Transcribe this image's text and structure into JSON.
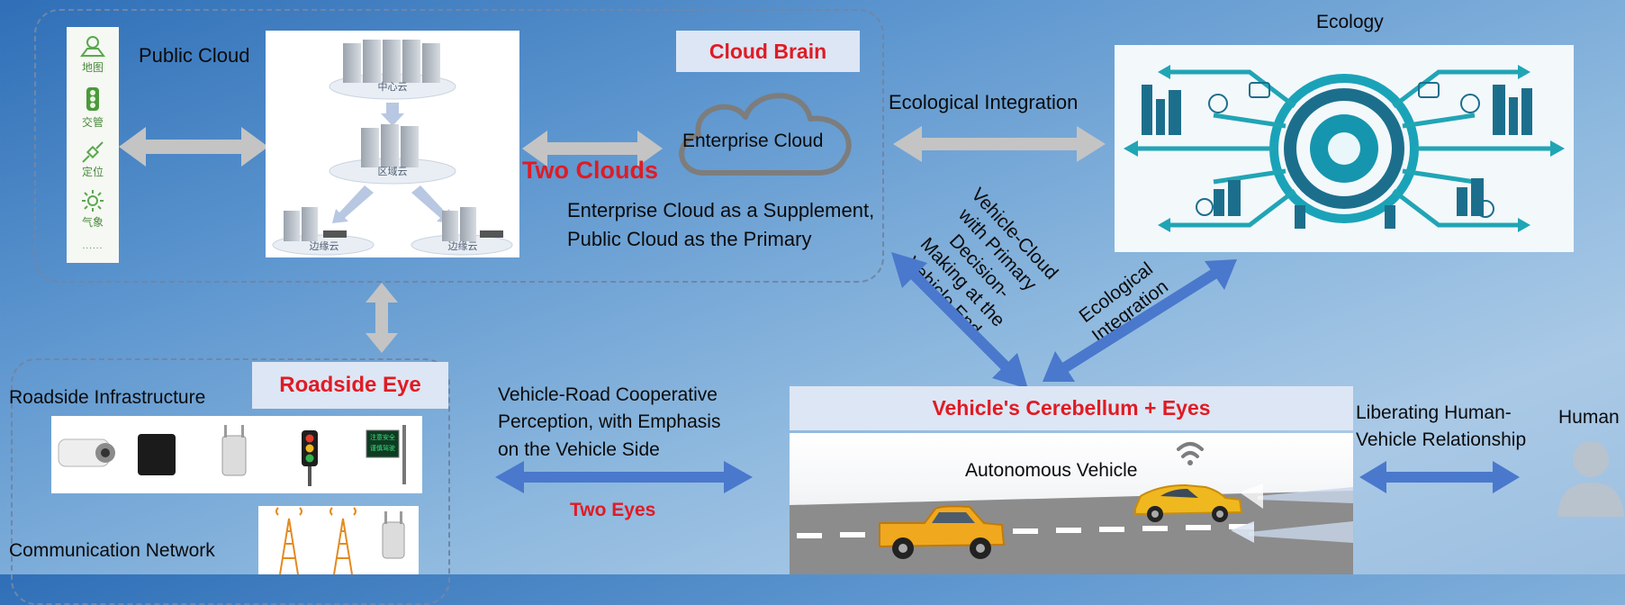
{
  "public_cloud": {
    "label": "Public Cloud",
    "services": [
      "地图",
      "交管",
      "定位",
      "气象",
      "......"
    ],
    "tiers": {
      "center": "中心云",
      "region": "区域云",
      "edge_left": "边缘云",
      "edge_right": "边缘云"
    }
  },
  "cloud_brain": {
    "title": "Cloud Brain",
    "enterprise_cloud": "Enterprise Cloud"
  },
  "two_clouds": "Two Clouds",
  "cloud_caption": [
    "Enterprise Cloud as a Supplement,",
    "Public Cloud as the Primary"
  ],
  "ecological_integration_top": "Ecological Integration",
  "ecology": {
    "title": "Ecology"
  },
  "vehicle_cloud_label": [
    "Vehicle-Cloud",
    "with Primary",
    "Decision-",
    "Making at the",
    "Vehicle End."
  ],
  "ecological_integration_diag": [
    "Ecological",
    "Integration"
  ],
  "roadside": {
    "title": "Roadside Eye",
    "infrastructure_label": "Roadside Infrastructure",
    "communication_label": "Communication Network",
    "sign_text": [
      "注意安全",
      "谨慎驾驶"
    ]
  },
  "cooperative_perception": [
    "Vehicle-Road Cooperative",
    "Perception, with Emphasis",
    "on the Vehicle Side"
  ],
  "two_eyes": "Two Eyes",
  "vehicle": {
    "title": "Vehicle's Cerebellum + Eyes",
    "autonomous_label": "Autonomous Vehicle"
  },
  "liberating": [
    "Liberating Human-",
    "Vehicle Relationship"
  ],
  "human": "Human",
  "colors": {
    "accent_red": "#e01b24",
    "arrow_blue": "#4a78cc",
    "arrow_gray": "#c4c4c4",
    "title_bg": "#dde6f4"
  }
}
